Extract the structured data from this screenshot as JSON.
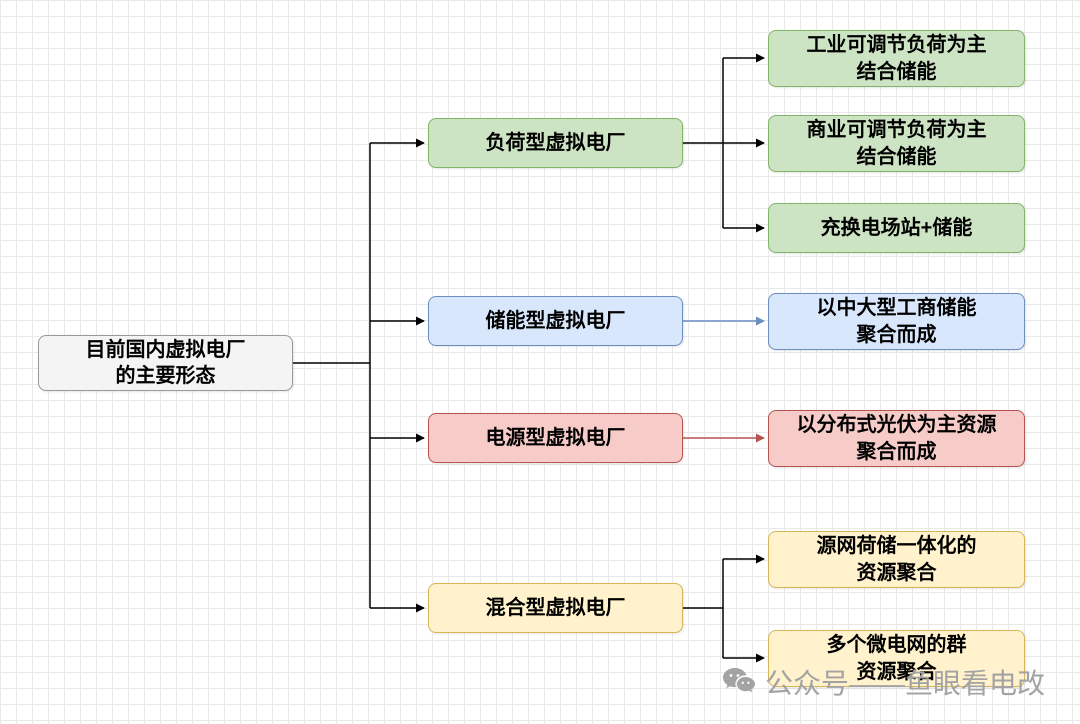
{
  "diagram_title": "目前国内虚拟电厂的主要形态",
  "palette": {
    "gray_fill": "#f4f4f4",
    "gray_border": "#999999",
    "green_fill": "#cde4c4",
    "green_border": "#82b366",
    "blue_fill": "#d8e7fb",
    "blue_border": "#6c8ebf",
    "red_fill": "#f6cbc8",
    "red_border": "#b85450",
    "yellow_fill": "#fff2cc",
    "yellow_border": "#d6b656",
    "connector_black": "#000000"
  },
  "nodes": {
    "root": {
      "text": "目前国内虚拟电厂\n的主要形态"
    },
    "branch_load": {
      "text": "负荷型虚拟电厂"
    },
    "branch_storage": {
      "text": "储能型虚拟电厂"
    },
    "branch_power": {
      "text": "电源型虚拟电厂"
    },
    "branch_hybrid": {
      "text": "混合型虚拟电厂"
    },
    "leaf_industrial": {
      "text": "工业可调节负荷为主\n结合储能"
    },
    "leaf_commercial": {
      "text": "商业可调节负荷为主\n结合储能"
    },
    "leaf_charging": {
      "text": "充换电场站+储能"
    },
    "leaf_storage_agg": {
      "text": "以中大型工商储能\n聚合而成"
    },
    "leaf_pv": {
      "text": "以分布式光伏为主资源\n聚合而成"
    },
    "leaf_integrated": {
      "text": "源网荷储一体化的\n资源聚合"
    },
    "leaf_microgrid": {
      "text": "多个微电网的群\n资源聚合"
    }
  },
  "watermark": {
    "text": "公众号——鱼眼看电改"
  }
}
